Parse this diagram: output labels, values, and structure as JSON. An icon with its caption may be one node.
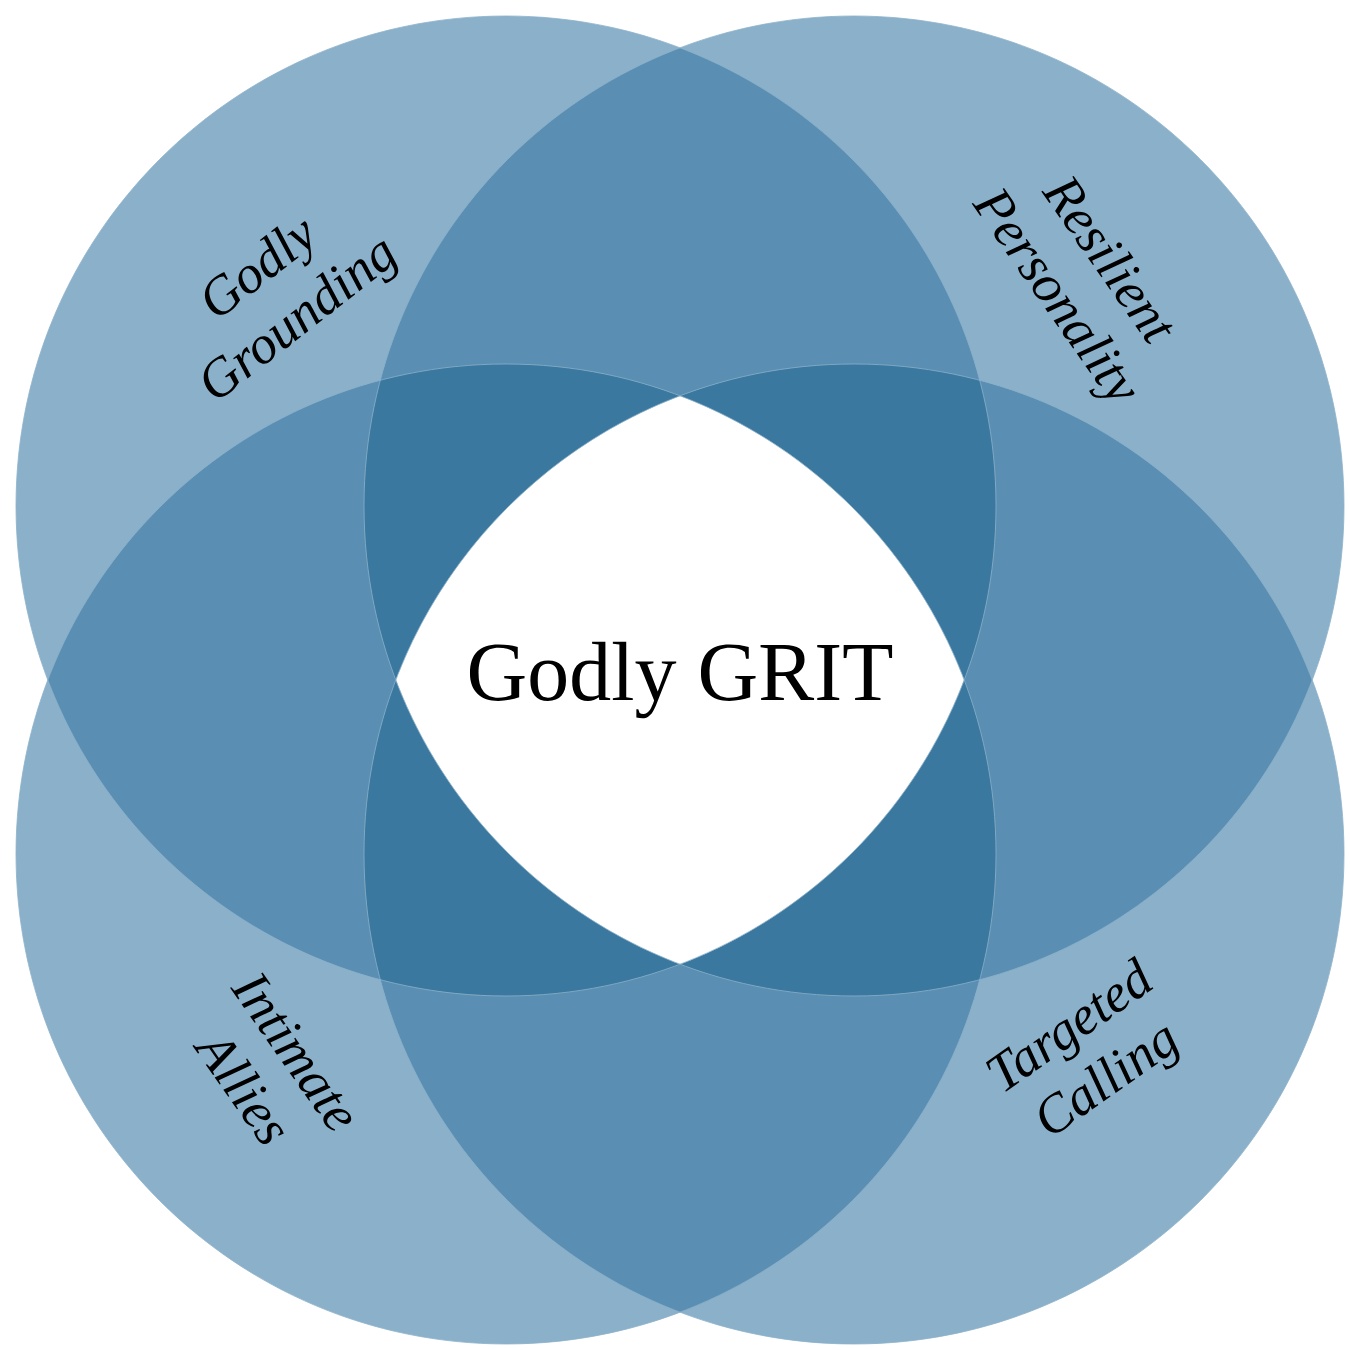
{
  "diagram": {
    "nodes": [
      {
        "text": [
          "Godly Grounding"
        ]
      },
      {
        "text": [
          "Resilient Personality"
        ]
      },
      {
        "text": [
          "Intimate Allies"
        ]
      },
      {
        "text": [
          "Targeted Calling"
        ]
      },
      {
        "text": [
          "Godly GRIT"
        ]
      }
    ]
  }
}
